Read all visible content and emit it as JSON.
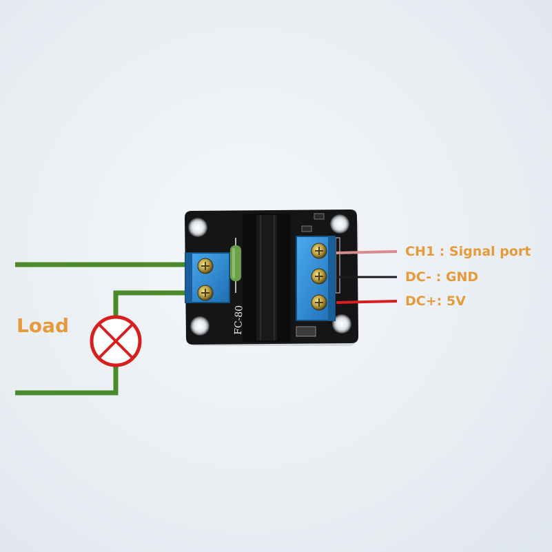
{
  "colors": {
    "label_orange": "#e69a3a",
    "load_wire_green": "#4a8a2a",
    "signal_wire_pink": "#d98b90",
    "gnd_wire_black": "#1b1b1b",
    "vcc_wire_red": "#d81f1f",
    "lamp_red": "#d81f1f",
    "board_black": "#151515",
    "terminal_blue": "#2f8fd8"
  },
  "load": {
    "label": "Load",
    "symbol": "lamp-icon"
  },
  "pins": [
    {
      "label": "CH1 : Signal port",
      "wire": "signal_wire_pink"
    },
    {
      "label": "DC- : GND",
      "wire": "gnd_wire_black"
    },
    {
      "label": "DC+: 5V",
      "wire": "vcc_wire_red"
    }
  ],
  "board": {
    "silkscreen_model": "FC-80"
  }
}
